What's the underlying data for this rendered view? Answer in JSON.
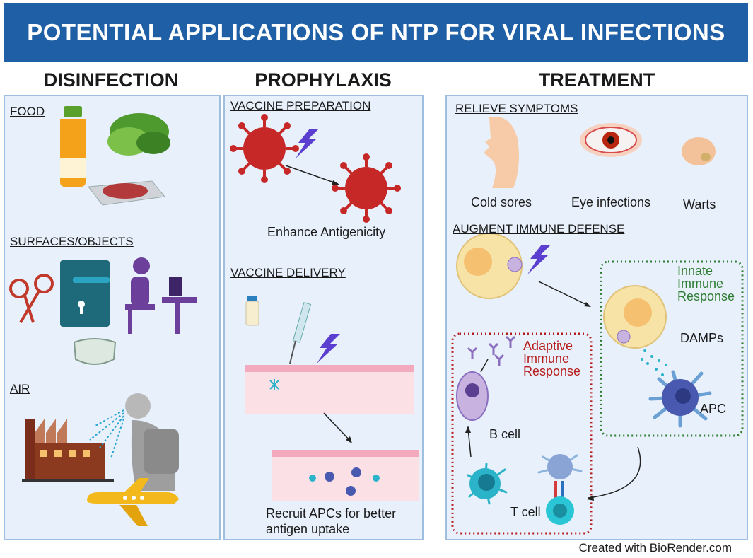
{
  "title": "POTENTIAL APPLICATIONS OF NTP FOR VIRAL INFECTIONS",
  "columns": {
    "disinfection": {
      "heading": "DISINFECTION",
      "sections": [
        "FOOD",
        "SURFACES/OBJECTS",
        "AIR"
      ]
    },
    "prophylaxis": {
      "heading": "PROPHYLAXIS",
      "sections": [
        "VACCINE PREPARATION",
        "VACCINE DELIVERY"
      ],
      "labels": {
        "antigenicity": "Enhance Antigenicity",
        "recruit_1": "Recruit APCs for better",
        "recruit_2": "antigen uptake"
      }
    },
    "treatment": {
      "heading": "TREATMENT",
      "sections": [
        "RELIEVE SYMPTOMS",
        "AUGMENT IMMUNE DEFENSE"
      ],
      "symptoms": [
        "Cold sores",
        "Eye infections",
        "Warts"
      ],
      "innate": [
        "Innate",
        "Immune",
        "Response"
      ],
      "adaptive": [
        "Adaptive",
        "Immune",
        "Response"
      ],
      "labels": {
        "damps": "DAMPs",
        "apc": "APC",
        "bcell": "B cell",
        "tcell": "T cell"
      }
    }
  },
  "colors": {
    "banner": "#1f5fa6",
    "panel": "#e8f1fb",
    "panel_border": "#9fbfe0",
    "virus": "#c62828",
    "bolt": "#5b3fd1",
    "innate": "#2e7d32",
    "adaptive": "#b71c1c"
  },
  "credit": "Created with BioRender.com"
}
